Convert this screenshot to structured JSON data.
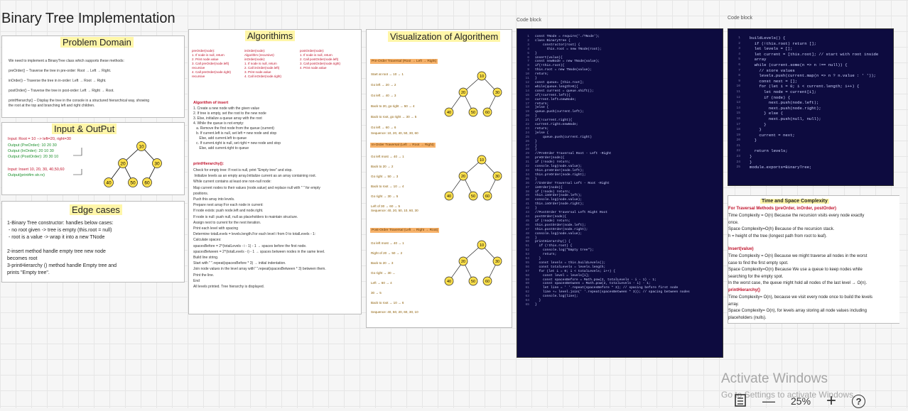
{
  "page_title": "Binary Tree Implementation",
  "problem": {
    "title": "Problem Domain",
    "lines": "We need to implement a BinaryTree class which supports these methods:\n\npreOrder() – Traverse the tree in pre-order: Root → Left → Right.\n\ninOrder() – Traverse the tree in in-order: Left → Root → Right.\n\npostOrder() – Traverse the tree in post-order: Left → Right → Root.\n\nprintHierarchy() – Display the tree in the console in a structured hierarchical way, showing\nthe root at the top and branching left and right children."
  },
  "io": {
    "title": "Input & OutPut",
    "input": "Input: Root = 10 --> left=20, right=30",
    "out_pre": "Output (PreOrder): 10 20 30",
    "out_in": "Output (InOrder): 20 10 30",
    "out_post": "Output (PostOrder): 20 30 10",
    "insert": "Input: Insert 10, 20, 30, 40,50,60",
    "insert_out": "Output(print4m str.rx)"
  },
  "edge": {
    "title": "Edge cases",
    "text": "1-Binary Tree constructor: handles below cases:\n - no root given -> tree is empty (this.root = null)\n - root is a value -> wrap it into a new TNode\n\n2-insert method handle empty tree new node\nbecomes root\n3-printHierarchy () method handle Empty tree and\nprints \"Empty tree\"."
  },
  "algo": {
    "title": "Algorithims",
    "col1": "preOrder(node):\n1. If node is null, return\n2. Print node.value\n3. Call preOrder(node.left)\nrecursive\n4. Call preOrder(node.right)\nrecursive",
    "col2": "inOrder(node):\nAlgorithm (recursive):\ninOrder(node):\n1. If node is null, return\n2. Call inOrder(node.left)\n3. Print node.value\n4. Call inOrder(node.right)",
    "col3": "postOrder(node):\n1. If node is null, return\n2. Call postOrder(node.left)\n3. Call postOrder(node.right)\n4. Print node.value",
    "insert_title": "Algorithm of insert",
    "insert_text": "1. Create a new node with the given value\n2. If tree is empty, set the root to the new node\n3. Else, initialize a queue array with the root\n4. While the queue is not empty:\n   a. Remove the first node from the queue (current)\n   b. If current.left is null, set left = new node and stop\n      Else, add current.left to queue\n   c. If current.right is null, set right = new node and stop\n      Else, add current.right to queue",
    "print_title": "printHierarchy():",
    "print_text": "Check for empty tree: If root is null, print \"Empty tree\" and stop.\n Initialize levels as an empty array.Initialize current as an array containing root.\nWhile current contains at least one non-null node:\nMap current nodes to their values (node.value) and replace null with \" \" for empty\npositions.\nPush this array into levels.\nPrepare next array:For each node in current:\nIf node exists: push node.left and node.right.\nIf node is null: push null, null as placeholders to maintain structure.\nAssign next to current for the next iteration.\nPrint each level with spacing\nDetermine totalLevels = levels.length.For each level i from 0 to totalLevels - 1:\nCalculate spaces:\nspacesBefore = 2^(totalLevels - i - 1) - 1 → spaces before the first node.\nspacesBetween = 2^(totalLevels - i) - 1 → spaces between nodes in the same level.\nBuild line string.\nStart with \" \".repeat(spacesBefore * 3) → initial indentation.\nJoin node values in the level array with\" \".repeat(spacesBetween * 3) between them.\nPrint the line.\nEnd\nAll levels printed. Tree hierarchy is displayed."
  },
  "viz": {
    "title": "Visualization of Algorithem",
    "pre_title": "Pre-Order Traversal (Root → Left → Right)",
    "pre_steps": [
      "Start at root → 10 → 1",
      "Go left → 20 → 2",
      "Go left → 40 → 3",
      "Back to 20, go right → 50 → 4",
      "Back to root, go right → 30 → 5",
      "Go left → 60 → 6"
    ],
    "pre_seq": "Sequence: 10, 20, 40, 50, 30, 60",
    "in_title": "In-Order Traversal (Left → Root → Right)",
    "in_steps": [
      "Go left most → 40 → 1",
      "Back to 20 → 2",
      "Go right → 50 → 3",
      "Back to root → 10 → 4",
      "Go right → 30 → 5",
      "Left of 30 → 60 → 5"
    ],
    "in_seq": "Sequence: 40, 20, 50, 10, 60, 30",
    "post_title": "Post-Order Traversal (Left → Right → Root)",
    "post_steps": [
      "Go left most → 40 → 1",
      "Right of 20 → 50 → 2",
      "Back to 20 → 3",
      "Go right → 30 →",
      "Left → 60 → 4",
      "30 → 5",
      "Back to root → 10 → 6"
    ],
    "post_seq": "Sequence: 40, 50, 20, 60, 30, 10"
  },
  "tree_nodes": [
    "10",
    "20",
    "30",
    "40",
    "50",
    "60"
  ],
  "code1": {
    "header": "Code block",
    "text": "const TNode = require('./TNode');\nclass BinaryTree {\n    constructor(root) {\n      this.root = new TNode(root);\n}\ninsert(value){\nconst newNode = new TNode(value);\nif(!this.root){\nthis.root = new TNode(value);\nreturn;\n}\nconst queue= [this.root];\nwhile(queue.length>0){\nconst current = queue.shift();\nif(!current.left){\ncurrent.left=newNode;\nreturn;\n}else {\nqueue.push(current.left);\n}\nif(!current.right){\ncurrent.right=newNode;\nreturn;\n}else {\n    queue.push(current.right)\n}\n}\n}\n//PreOrder Traversal Root - Left -Right\npreOrder(node){\nif (!node) return;\nconsole.log(node.value);\nthis.preOrder(node.left);\nthis.preOrder(node.right);\n}\n//InOrder Traversal Left - Root -Right\ninOrder(node){\nif (!node) return;\nthis.inOrder(node.left);\nconsole.log(node.value);\nthis.inOrder(node.right);\n}\n//PostOrder Traversal Left Right Root\npostOrder(node){\nif (!node) return;\nthis.postOrder(node.left);\nthis.postOrder(node.right);\nconsole.log(node.value);\n}\nprintHierarchy() {\n  if (!this.root) {\n    console.log(\"Empty tree\");\n    return;\n  }\n  const levels = this.buildLevels();\n  const totalLevels = levels.length;\n  for (let i = 0; i < totalLevels; i++) {\n    const level = levels[i];\n    const spacesBefore = Math.pow(2, totalLevels - i - 1) - 1;\n    const spacesBetween = Math.pow(2, totalLevels - i) - 1;\n    let line = ' '.repeat(spacesBefore * 3); // spacing before first node\n    line += level.join(' '.repeat(spacesBetween * 3)); // spacing between nodes\n    console.log(line);\n  }\n}"
  },
  "code2": {
    "header": "Code block",
    "text": "buildLevels() {\n  if (!this.root) return [];\n  let levels = [];\n  let current = [this.root]; // start with root inside\n  array\n  while (current.some(n => n !== null)) {\n    // store values\n    levels.push(current.map(n => n ? n.value : ' '));\n    const next = [];\n    for (let i = 0; i < current.length; i++) {\n      let node = current[i];\n      if (node) {\n        next.push(node.left);\n        next.push(node.right);\n      } else {\n        next.push(null, null);\n      }\n    }\n    current = next;\n  }\n\n  return levels;\n}\n}\nmodule.exports=BinaryTree;"
  },
  "complexity": {
    "title": "Time and Space Complexity",
    "trav_title": "For Traversal Methods (preOrder, inOrder, postOrder)",
    "trav_text": "Time Complexity = O(n) Because the recursion visits every node exactly\nonce.\nSpace Complexity=O(h) Because of the recursion stack.\nh = height of the tree (longest path from root to leaf).",
    "insert_title": "Insert(value)",
    "insert_text": "Time Complexity = O(n) Because we might traverse all nodes in the worst\ncase to find the first empty spot.\nSpace Complexity=O(n) Because We use a queue to keep nodes while\nsearching for the empty spot.\nIn the worst case, the queue might hold all nodes of the last level → O(n).",
    "print_title": "printHierarchy()",
    "print_text": "Time Complexity= O(n), because we visit every node once to build the levels\narray.\nSpace Complexity= O(n), for levels array storing all node values including\nplaceholders (nulls)."
  },
  "watermark": {
    "line1": "Activate Windows",
    "line2": "Go to Settings to activate Windows."
  },
  "zoom": {
    "level": "25%",
    "minus": "—",
    "plus": "+",
    "help": "?"
  }
}
